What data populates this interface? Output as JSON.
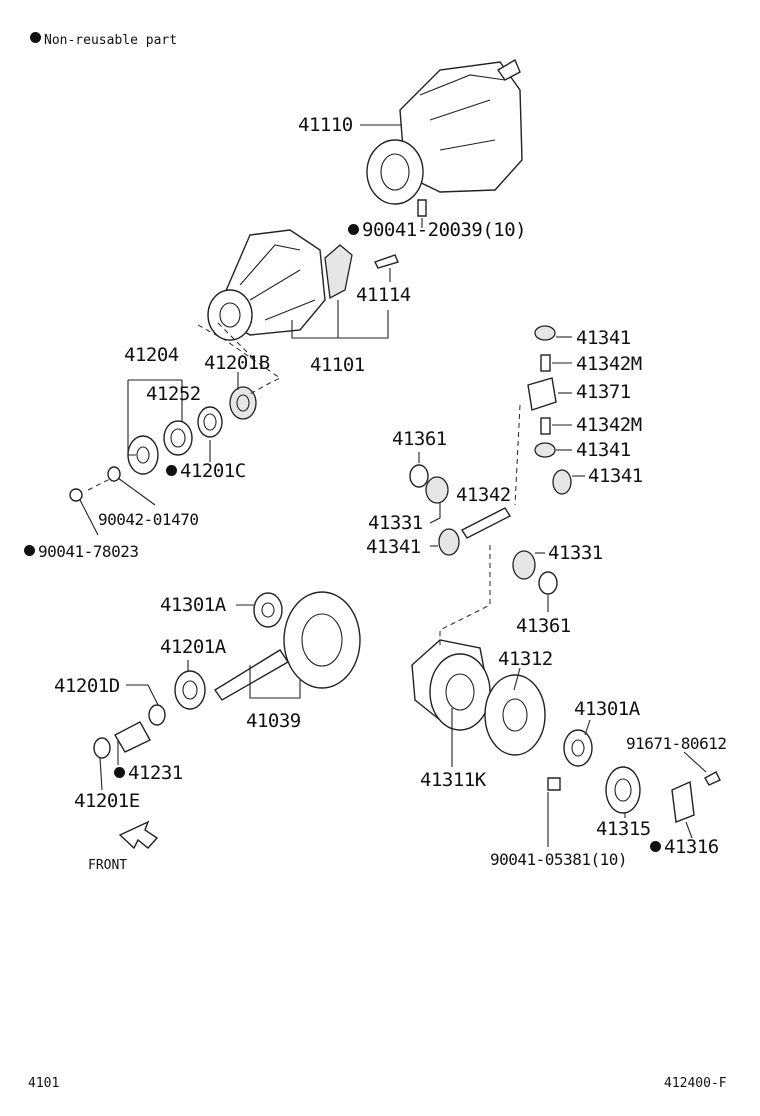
{
  "legend": {
    "text": "Non-reusable part"
  },
  "footer": {
    "left": "4101",
    "right": "412400-F"
  },
  "front_label": "FRONT",
  "labels": {
    "p41110": "41110",
    "p90041_20039": "90041-20039(10)",
    "p41114": "41114",
    "p41101": "41101",
    "p41204": "41204",
    "p41201B": "41201B",
    "p41252": "41252",
    "p41201C": "41201C",
    "p90042_01470": "90042-01470",
    "p90041_78023": "90041-78023",
    "p41341_a": "41341",
    "p41342M_a": "41342M",
    "p41371": "41371",
    "p41342M_b": "41342M",
    "p41341_b": "41341",
    "p41341_c": "41341",
    "p41361_a": "41361",
    "p41342": "41342",
    "p41331_a": "41331",
    "p41341_d": "41341",
    "p41331_b": "41331",
    "p41361_b": "41361",
    "p41301A_a": "41301A",
    "p41201A": "41201A",
    "p41201D": "41201D",
    "p41039": "41039",
    "p41231": "41231",
    "p41201E": "41201E",
    "p41312": "41312",
    "p41301A_b": "41301A",
    "p91671_80612": "91671-80612",
    "p41311K": "41311K",
    "p41315": "41315",
    "p41316": "41316",
    "p90041_05381": "90041-05381(10)"
  }
}
